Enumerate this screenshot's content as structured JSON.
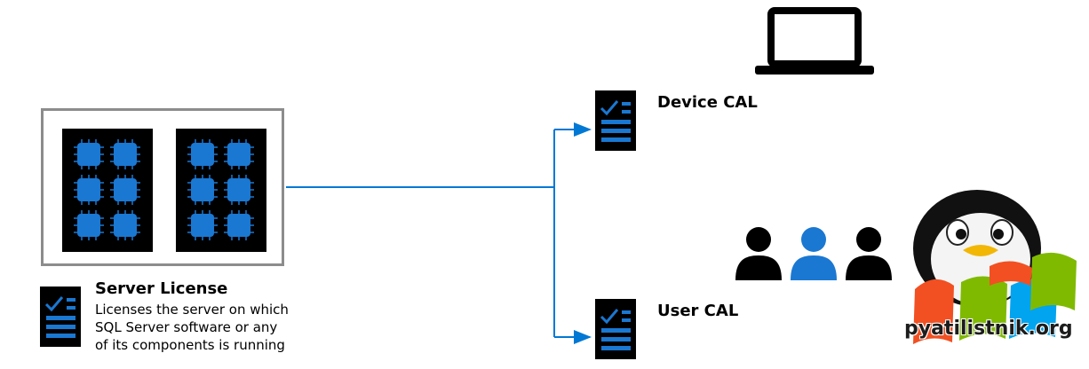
{
  "colors": {
    "accent": "#0078d4",
    "frame": "#8c8c8c",
    "connector": "#0078d4"
  },
  "server": {
    "title": "Server License",
    "description_lines": [
      "Licenses the server on which",
      "SQL Server software or any",
      "of its components is running"
    ]
  },
  "device_cal": {
    "label": "Device CAL"
  },
  "user_cal": {
    "label": "User CAL"
  },
  "watermark": {
    "text": "pyatilistnik.org"
  }
}
